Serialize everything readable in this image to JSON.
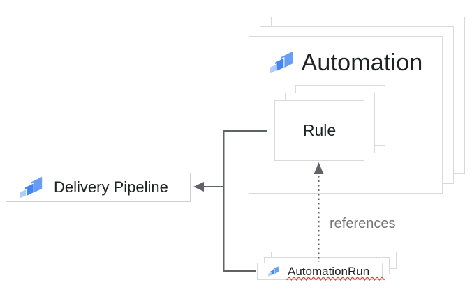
{
  "nodes": {
    "automation": {
      "label": "Automation",
      "stacked": true,
      "stack_count": 3
    },
    "rule": {
      "label": "Rule",
      "stacked": true,
      "stack_count": 3,
      "parent": "automation"
    },
    "delivery_pipeline": {
      "label": "Delivery Pipeline",
      "stacked": false
    },
    "automation_run": {
      "label": "AutomationRun",
      "stacked": true,
      "stack_count": 3,
      "spellcheck_underline": true
    }
  },
  "edges": {
    "references": {
      "label": "references",
      "style": "dotted",
      "from": "automation_run",
      "to": "rule",
      "arrowhead": "up"
    },
    "to_delivery_pipeline": {
      "label": "",
      "style": "solid",
      "from": "rule_and_automation_run",
      "to": "delivery_pipeline",
      "arrowhead": "left"
    }
  },
  "icons": {
    "node_icon": "cloud-deploy-icon"
  },
  "colors": {
    "icon_blue_large": "#669DF6",
    "icon_blue_mid": "#4285F4",
    "icon_blue_light": "#AECBFA",
    "box_border": "#d9d9d9",
    "connector_gray": "#5f6368",
    "label_text": "#202124",
    "edge_label_text": "#757575",
    "squiggle_red": "#e0443c",
    "background": "#ffffff"
  }
}
